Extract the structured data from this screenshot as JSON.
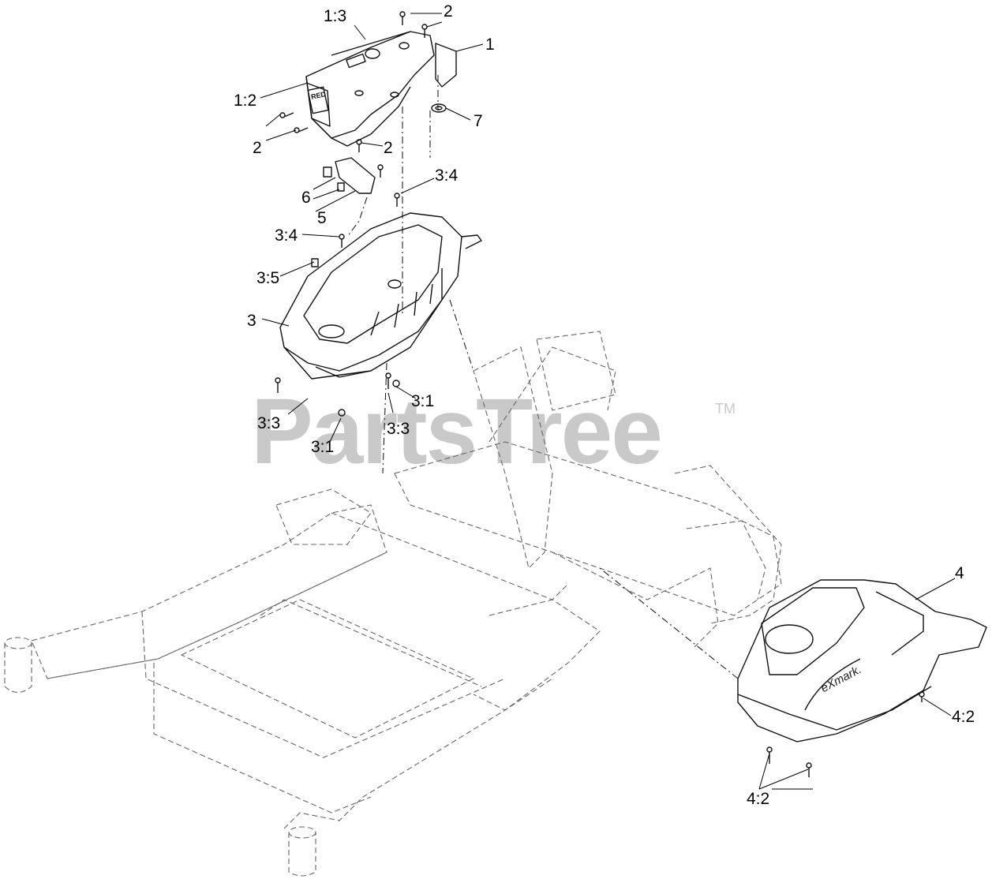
{
  "watermark": {
    "text": "PartsTree",
    "trademark": "TM"
  },
  "callouts": [
    {
      "id": "c-1-3",
      "label": "1:3"
    },
    {
      "id": "c-2-top",
      "label": "2"
    },
    {
      "id": "c-1",
      "label": "1"
    },
    {
      "id": "c-1-2",
      "label": "1:2"
    },
    {
      "id": "c-7",
      "label": "7"
    },
    {
      "id": "c-2-left",
      "label": "2"
    },
    {
      "id": "c-2-mid",
      "label": "2"
    },
    {
      "id": "c-3-4-top",
      "label": "3:4"
    },
    {
      "id": "c-6",
      "label": "6"
    },
    {
      "id": "c-5",
      "label": "5"
    },
    {
      "id": "c-3-4-left",
      "label": "3:4"
    },
    {
      "id": "c-3-5",
      "label": "3:5"
    },
    {
      "id": "c-3",
      "label": "3"
    },
    {
      "id": "c-3-1-right",
      "label": "3:1"
    },
    {
      "id": "c-3-3-left",
      "label": "3:3"
    },
    {
      "id": "c-3-3-right",
      "label": "3:3"
    },
    {
      "id": "c-3-1-left",
      "label": "3:1"
    },
    {
      "id": "c-4",
      "label": "4"
    },
    {
      "id": "c-4-2-right",
      "label": "4:2"
    },
    {
      "id": "c-4-2-bottom",
      "label": "4:2"
    }
  ],
  "decals": {
    "console_logo": "RED",
    "tank_brand": "eXmark."
  }
}
